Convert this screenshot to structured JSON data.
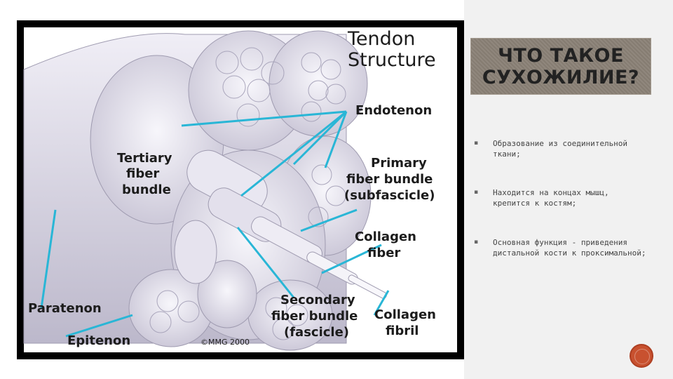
{
  "slide": {
    "title": "ЧТО ТАКОЕ СУХОЖИЛИЕ?",
    "bullets": [
      {
        "marker": "▪",
        "text": "Образование из соединительной ткани;"
      },
      {
        "marker": "▪",
        "text": "Находится на концах мышц, крепится к костям;"
      },
      {
        "marker": "▪",
        "text": "Основная функция - приведения дистальной кости к проксимальной;"
      }
    ]
  },
  "diagram": {
    "title_line1": "Tendon",
    "title_line2": "Structure",
    "labels": {
      "endotenon": "Endotenon",
      "tertiary_1": "Tertiary",
      "tertiary_2": "fiber",
      "tertiary_3": "bundle",
      "primary_1": "Primary",
      "primary_2": "fiber bundle",
      "primary_3": "(subfascicle)",
      "collagen_fiber_1": "Collagen",
      "collagen_fiber_2": "fiber",
      "paratenon": "Paratenon",
      "epitenon": "Epitenon",
      "secondary_1": "Secondary",
      "secondary_2": "fiber bundle",
      "secondary_3": "(fascicle)",
      "collagen_fibril_1": "Collagen",
      "collagen_fibril_2": "fibril",
      "copyright": "©MMG 2000"
    },
    "colors": {
      "pointer": "#29b6d6",
      "tissue": "#dcd9e6",
      "tissue_dark": "#b8b4c6",
      "frame": "#000000"
    }
  }
}
